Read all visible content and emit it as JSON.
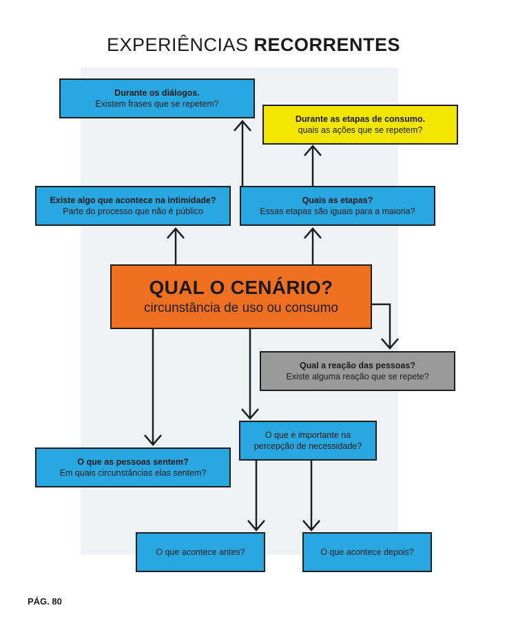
{
  "title": {
    "light": "EXPERIÊNCIAS",
    "bold": "RECORRENTES"
  },
  "boxes": {
    "dialogos": {
      "title": "Durante os diálogos.",
      "subtitle": "Existem frases que se repetem?"
    },
    "consumo": {
      "title": "Durante as etapas de consumo.",
      "subtitle": "quais as ações que se repetem?"
    },
    "intimidade": {
      "title": "Existe algo que acontece na intimidade?",
      "subtitle": "Parte do processo que não é público"
    },
    "etapas": {
      "title": "Quais as etapas?",
      "subtitle": "Essas etapas são iguais para a maioria?"
    },
    "cenario": {
      "title": "QUAL O CENÁRIO?",
      "subtitle": "circunstância de uso ou consumo"
    },
    "reacao": {
      "title": "Qual a reação das pessoas?",
      "subtitle": "Existe alguma reação que se repete?"
    },
    "importante": {
      "text": "O que é importante na percepção de necessidade?"
    },
    "sentem": {
      "title": "O que as pessoas sentem?",
      "subtitle": "Em quais circunstâncias elas sentem?"
    },
    "antes": {
      "text": "O que acontece antes?"
    },
    "depois": {
      "text": "O que acontece depois?"
    }
  },
  "colors": {
    "blue": "#29a7e1",
    "yellow": "#f2e500",
    "gray": "#9a9a9a",
    "orange": "#f07021",
    "panel": "#eef2f4"
  },
  "page": "PÁG. 80"
}
